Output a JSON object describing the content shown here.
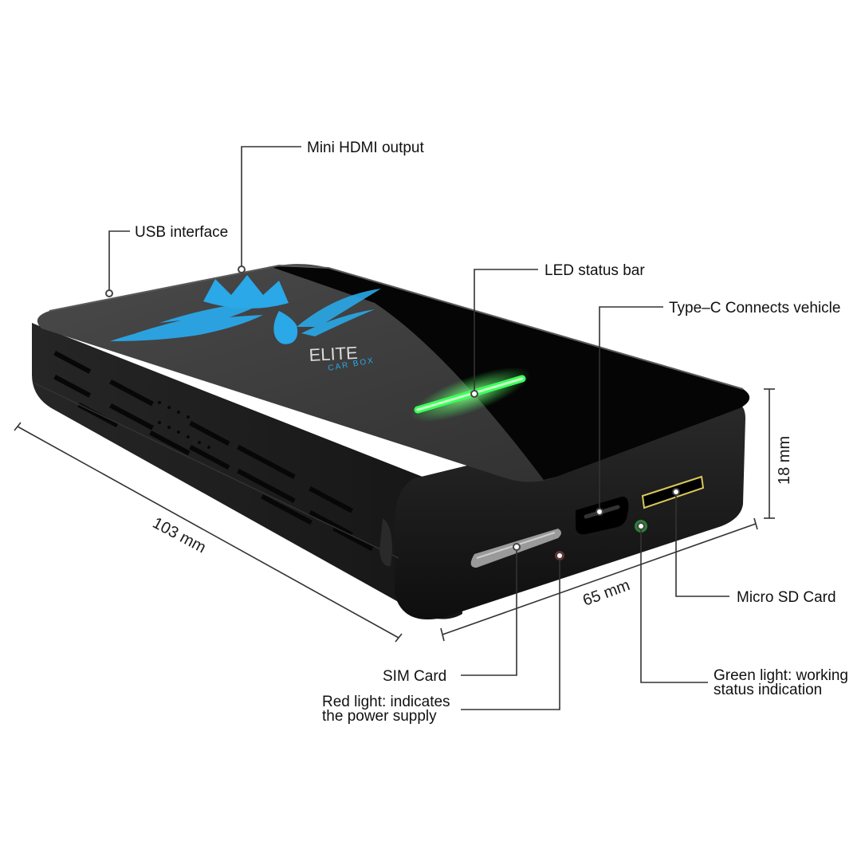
{
  "labels": {
    "mini_hdmi": "Mini HDMI output",
    "usb": "USB interface",
    "led_bar": "LED status bar",
    "type_c": "Type–C Connects vehicle",
    "micro_sd": "Micro SD Card",
    "sim": "SIM Card",
    "red_light_1": "Red light: indicates",
    "red_light_2": "the power supply",
    "green_light_1": "Green light: working",
    "green_light_2": "status indication"
  },
  "dimensions": {
    "length": "103 mm",
    "width": "65 mm",
    "height": "18 mm"
  },
  "logo": {
    "brand": "ELITE",
    "sub": "CAR BOX"
  },
  "colors": {
    "led_green": "#3dff5a",
    "logo_blue": "#2aa8e8",
    "power_red": "#ff2a2a",
    "body_dark": "#1c1c1c"
  }
}
